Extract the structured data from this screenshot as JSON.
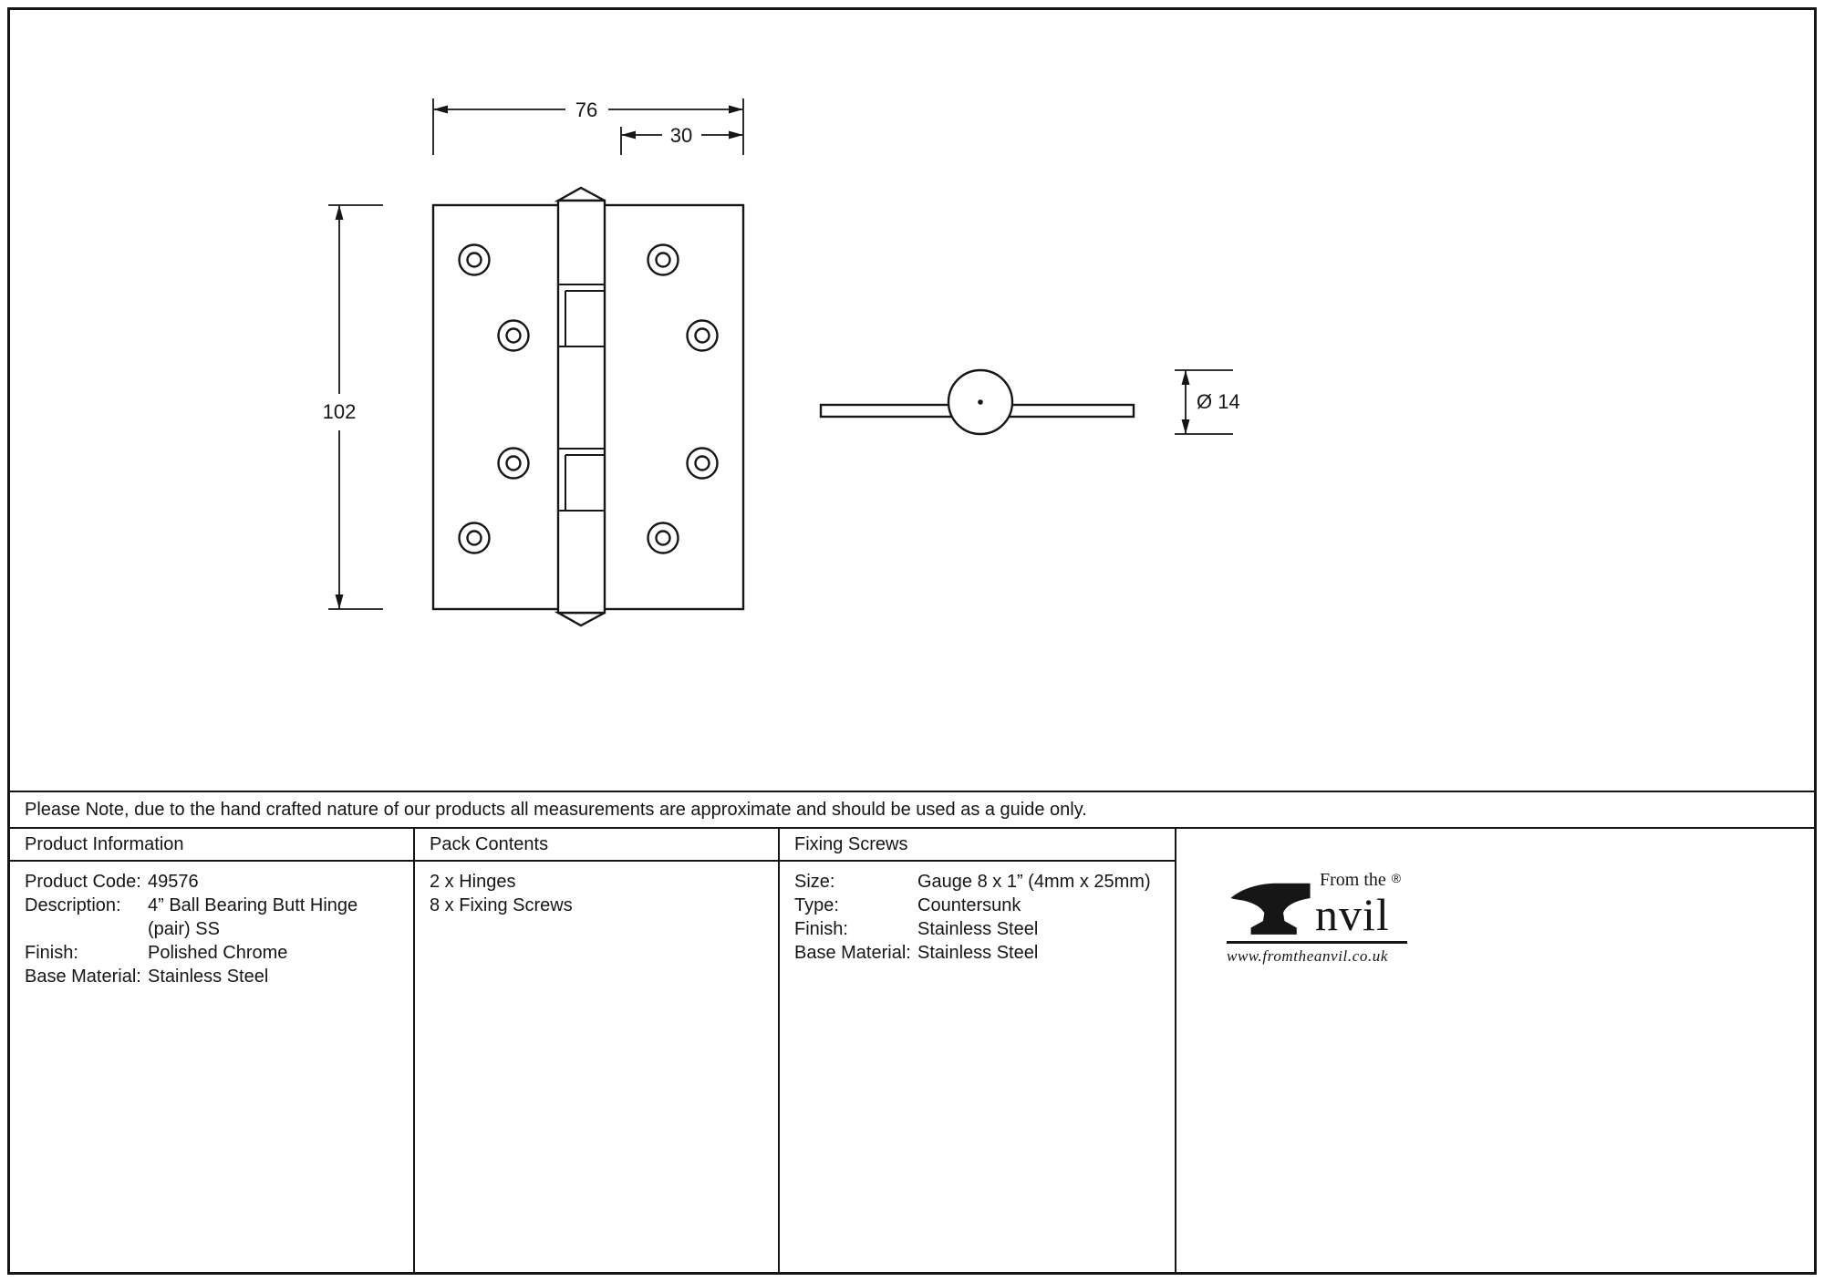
{
  "drawing": {
    "dim_width": "76",
    "dim_offset": "30",
    "dim_height": "102",
    "dim_knuckle_diameter": "Ø 14"
  },
  "note": "Please Note, due to the hand crafted nature of our products all measurements are approximate and should be used as a guide only.",
  "product_information": {
    "header": "Product Information",
    "rows": [
      {
        "label": "Product Code:",
        "value": "49576"
      },
      {
        "label": "Description:",
        "value": "4” Ball Bearing Butt Hinge (pair) SS"
      },
      {
        "label": "Finish:",
        "value": "Polished Chrome"
      },
      {
        "label": "Base Material:",
        "value": "Stainless Steel"
      }
    ]
  },
  "pack_contents": {
    "header": "Pack Contents",
    "items": [
      "2 x Hinges",
      "8 x Fixing Screws"
    ]
  },
  "fixing_screws": {
    "header": "Fixing Screws",
    "rows": [
      {
        "label": "Size:",
        "value": "Gauge 8 x 1” (4mm x 25mm)"
      },
      {
        "label": "Type:",
        "value": "Countersunk"
      },
      {
        "label": "Finish:",
        "value": "Stainless Steel"
      },
      {
        "label": "Base Material:",
        "value": "Stainless Steel"
      }
    ]
  },
  "logo": {
    "tagline": "From the",
    "name_suffix": "nvil",
    "registered": "®",
    "url": "www.fromtheanvil.co.uk"
  }
}
